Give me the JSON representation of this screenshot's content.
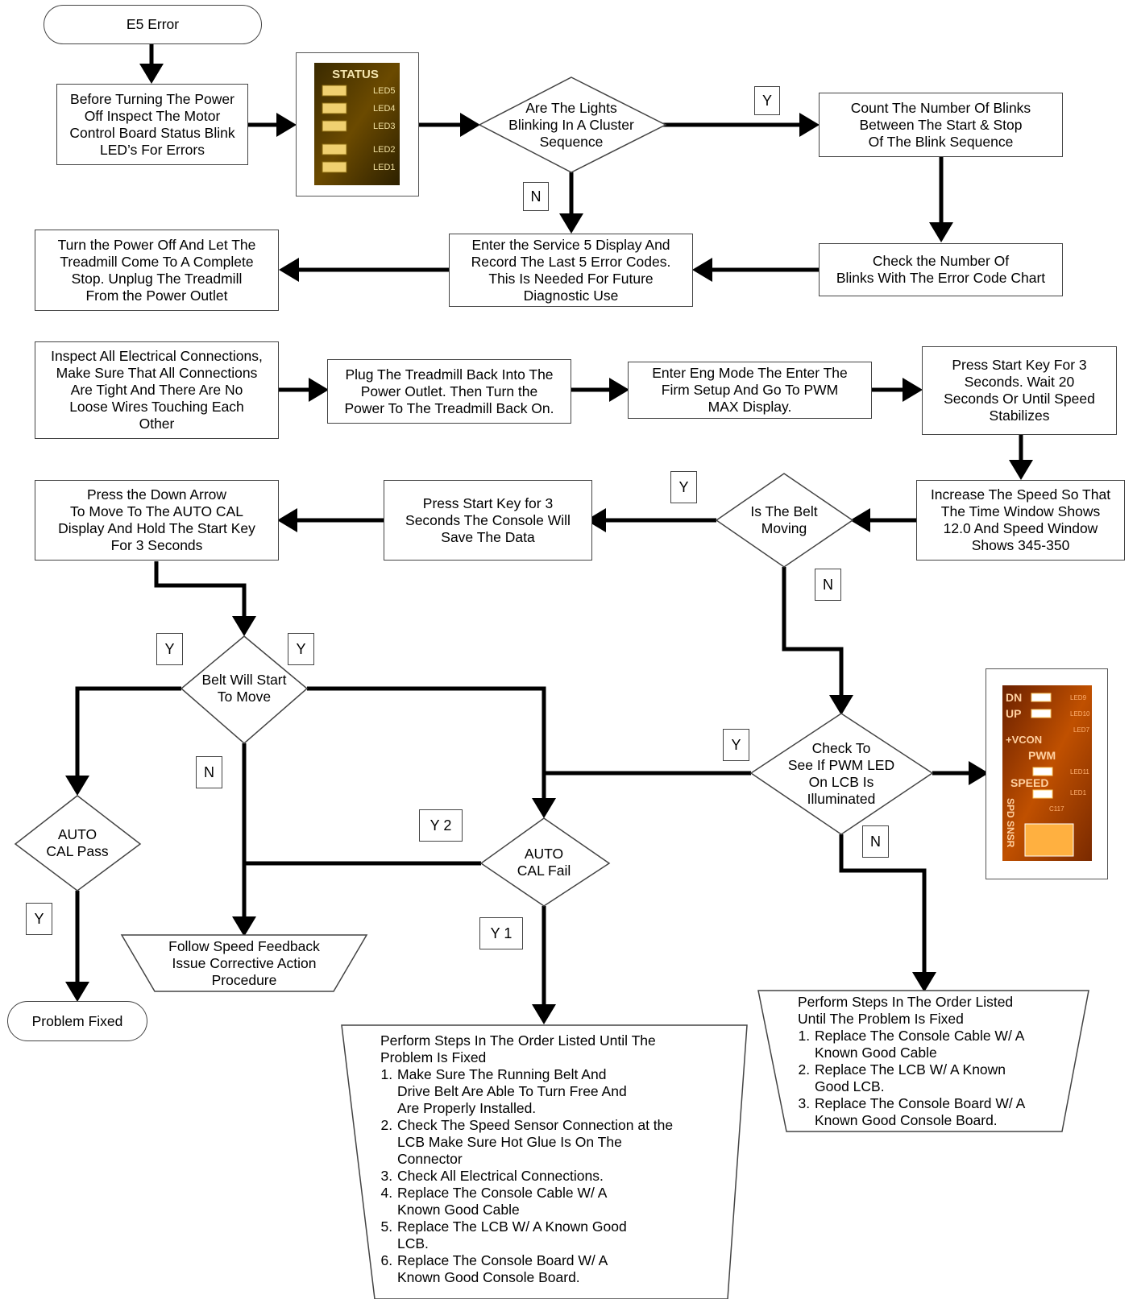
{
  "start": "E5 Error",
  "inspect_leds": "Before Turning The Power\nOff Inspect The Motor\nControl Board Status Blink\nLED’s For Errors",
  "status_photo": {
    "title": "STATUS",
    "leds": [
      "LED5",
      "LED4",
      "LED3",
      "LED2",
      "LED1"
    ]
  },
  "decision_blinking": "Are The Lights\nBlinking In A Cluster\nSequence",
  "count_blinks": "Count The Number Of Blinks\nBetween The Start &  Stop\nOf The Blink Sequence",
  "check_blinks": "Check the Number Of\nBlinks With The Error Code Chart",
  "service5": "Enter the Service 5 Display And\nRecord The Last 5 Error Codes.\nThis Is Needed For Future\nDiagnostic Use",
  "power_off": "Turn the Power Off And Let The\nTreadmill Come To A Complete\nStop.  Unplug The Treadmill\nFrom the Power Outlet",
  "inspect_connections": "Inspect All Electrical Connections,\nMake Sure  That All Connections\nAre Tight And There Are No\nLoose Wires Touching Each\nOther",
  "plug_back": "Plug The Treadmill Back Into The\nPower Outlet.  Then Turn the\nPower To The Treadmill Back On.",
  "eng_mode": "Enter Eng Mode The Enter The\nFirm Setup And Go To  PWM\nMAX Display.",
  "press_start_3": "Press Start Key For 3\nSeconds.  Wait 20\nSeconds Or Until Speed\nStabilizes",
  "increase_speed": "Increase The Speed So That\nThe Time Window Shows\n12.0  And Speed Window\nShows 345-350",
  "decision_belt_moving": "Is The Belt\nMoving",
  "press_start_save": "Press Start Key for 3\nSeconds The Console Will\nSave The Data",
  "press_down_arrow": "Press the Down Arrow\nTo Move To The AUTO CAL\nDisplay And Hold The Start Key\nFor 3 Seconds",
  "decision_belt_start": "Belt Will Start\nTo Move",
  "decision_pwm_led": "Check To\nSee If  PWM LED\nOn LCB Is\nIlluminated",
  "lcb_photo": {
    "labels": [
      "DN",
      "UP",
      "+VCON",
      "PWM",
      "SPEED",
      "SPD SNSR"
    ],
    "small": [
      "LED9",
      "LED10",
      "LED7",
      "LED11",
      "LED1",
      "C117"
    ]
  },
  "auto_cal_pass": "AUTO\nCAL Pass",
  "auto_cal_fail": "AUTO\nCAL Fail",
  "follow_feedback": "Follow Speed Feedback\nIssue Corrective Action\nProcedure",
  "problem_fixed": "Problem Fixed",
  "steps_fail": {
    "intro": "Perform Steps In The Order Listed Until The\nProblem Is Fixed",
    "items": [
      "Make Sure The Running Belt And\nDrive Belt Are Able To Turn Free And\nAre Properly Installed.",
      "Check The Speed Sensor Connection at the\nLCB Make Sure Hot Glue Is On The\nConnector",
      "Check All Electrical Connections.",
      "Replace The Console Cable W/ A\nKnown Good Cable",
      "Replace The LCB W/ A Known Good\nLCB.",
      "Replace The Console Board W/ A\nKnown Good Console Board."
    ]
  },
  "steps_pwm": {
    "intro": "Perform Steps In The Order Listed\nUntil The Problem Is Fixed",
    "items": [
      "Replace The Console Cable W/ A\nKnown Good Cable",
      "Replace The LCB W/ A Known\nGood LCB.",
      "Replace The Console Board W/ A\nKnown Good Console Board."
    ]
  },
  "labels": {
    "y_blink": "Y",
    "n_blink": "N",
    "y_belt_moving": "Y",
    "n_belt_moving": "N",
    "y_left": "Y",
    "y_right": "Y",
    "n_belt_start": "N",
    "y_pwm": "Y",
    "n_pwm": "N",
    "y2": "Y 2",
    "y1": "Y 1",
    "y_pass": "Y"
  }
}
